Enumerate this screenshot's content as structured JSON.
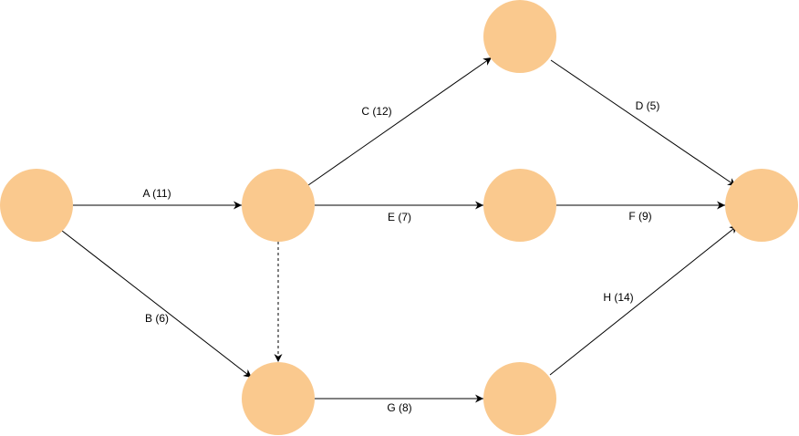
{
  "colors": {
    "node_fill": "#fac98e",
    "edge_stroke": "#000000"
  },
  "edges": {
    "A": {
      "label": "A (11)",
      "style": "solid"
    },
    "B": {
      "label": "B (6)",
      "style": "solid"
    },
    "C": {
      "label": "C (12)",
      "style": "solid"
    },
    "D": {
      "label": "D (5)",
      "style": "solid"
    },
    "E": {
      "label": "E (7)",
      "style": "solid"
    },
    "F": {
      "label": "F (9)",
      "style": "solid"
    },
    "G": {
      "label": "G (8)",
      "style": "solid"
    },
    "H": {
      "label": "H (14)",
      "style": "solid"
    },
    "dummy": {
      "label": "",
      "style": "dashed"
    }
  }
}
